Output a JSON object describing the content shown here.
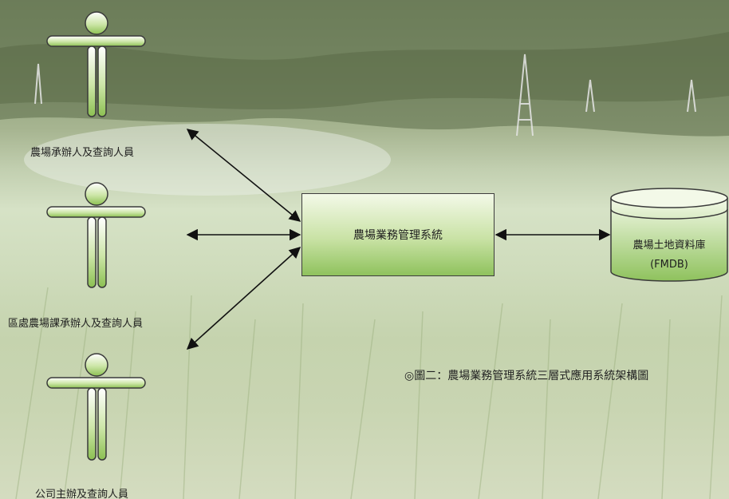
{
  "actors": [
    {
      "label": "農場承辦人及查詢人員"
    },
    {
      "label": "區處農場課承辦人及查詢人員"
    },
    {
      "label": "公司主辦及查詢人員"
    }
  ],
  "system": {
    "label": "農場業務管理系統"
  },
  "database": {
    "line1": "農場土地資料庫",
    "line2": "(FMDB)"
  },
  "caption": "◎圖二：農場業務管理系統三層式應用系統架構圖",
  "colors": {
    "figure_green": "#9acd5a",
    "outline": "#3a3a3a"
  }
}
